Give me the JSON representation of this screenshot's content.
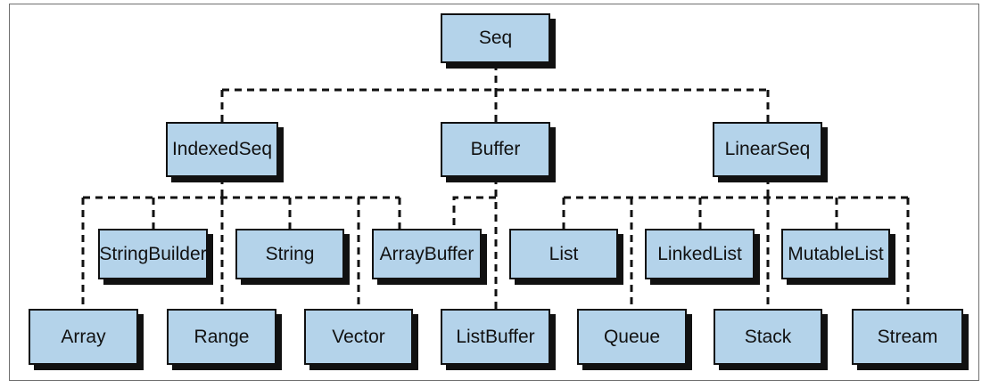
{
  "diagram": {
    "nodes": {
      "seq": "Seq",
      "indexedseq": "IndexedSeq",
      "buffer": "Buffer",
      "linearseq": "LinearSeq",
      "stringbuilder": "StringBuilder",
      "string": "String",
      "arraybuffer": "ArrayBuffer",
      "list": "List",
      "linkedlist": "LinkedList",
      "mutablelist": "MutableList",
      "array": "Array",
      "range": "Range",
      "vector": "Vector",
      "listbuffer": "ListBuffer",
      "queue": "Queue",
      "stack": "Stack",
      "stream": "Stream"
    },
    "style": {
      "node_fill": "#b4d3ea",
      "node_border": "#111111",
      "connector": "dashed",
      "connector_color": "#111111"
    },
    "edges": [
      [
        "seq",
        "indexedseq"
      ],
      [
        "seq",
        "buffer"
      ],
      [
        "seq",
        "linearseq"
      ],
      [
        "indexedseq",
        "array"
      ],
      [
        "indexedseq",
        "stringbuilder"
      ],
      [
        "indexedseq",
        "range"
      ],
      [
        "indexedseq",
        "string"
      ],
      [
        "indexedseq",
        "vector"
      ],
      [
        "indexedseq",
        "arraybuffer"
      ],
      [
        "buffer",
        "arraybuffer"
      ],
      [
        "buffer",
        "listbuffer"
      ],
      [
        "linearseq",
        "list"
      ],
      [
        "linearseq",
        "queue"
      ],
      [
        "linearseq",
        "linkedlist"
      ],
      [
        "linearseq",
        "stack"
      ],
      [
        "linearseq",
        "mutablelist"
      ],
      [
        "linearseq",
        "stream"
      ]
    ]
  }
}
